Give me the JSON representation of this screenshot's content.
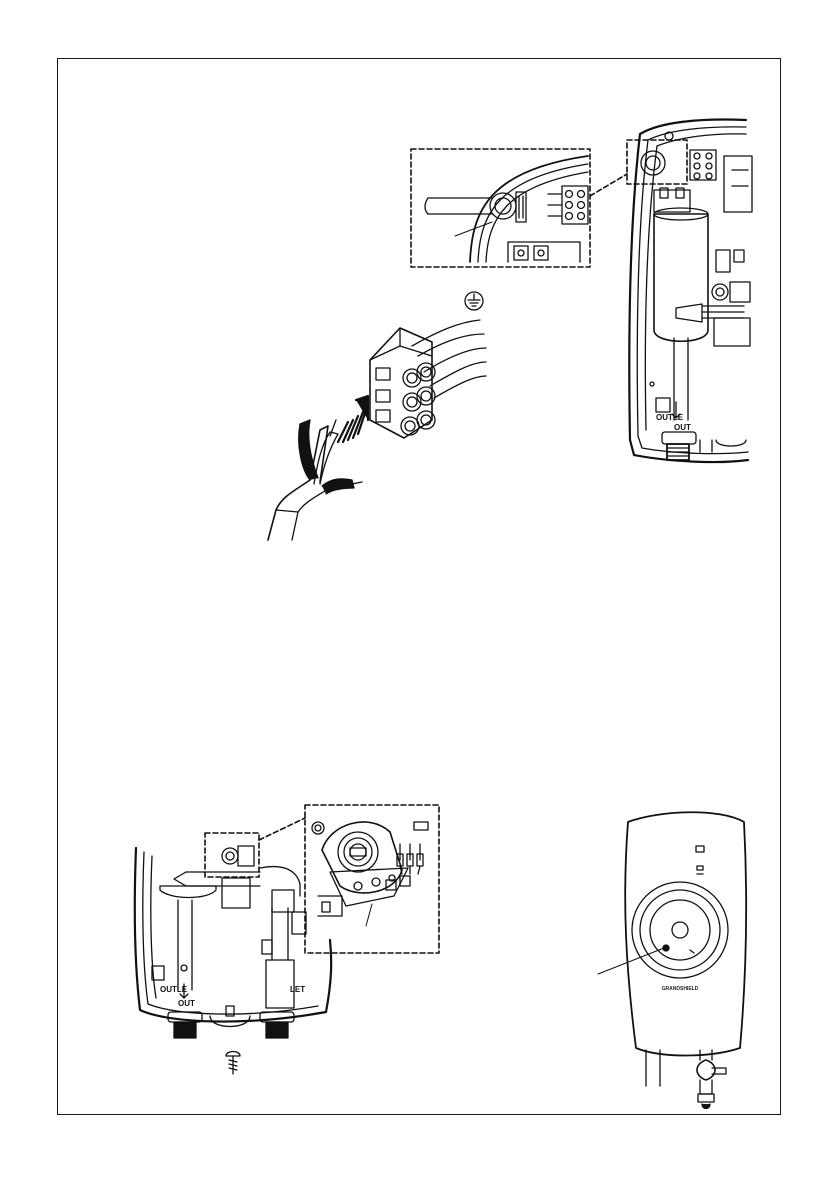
{
  "diagram": {
    "ink_color": "#111111",
    "ground_symbol": "earth-ground-icon",
    "labels": {
      "heater_outlet_top": "OUTLE",
      "heater_out_top": "OUT",
      "heater_outlet_bottom": "OUTLE",
      "heater_out_bottom": "OUT",
      "heater_inlet_bottom": "LET",
      "brand_name": "GRANDSHIELD"
    }
  }
}
